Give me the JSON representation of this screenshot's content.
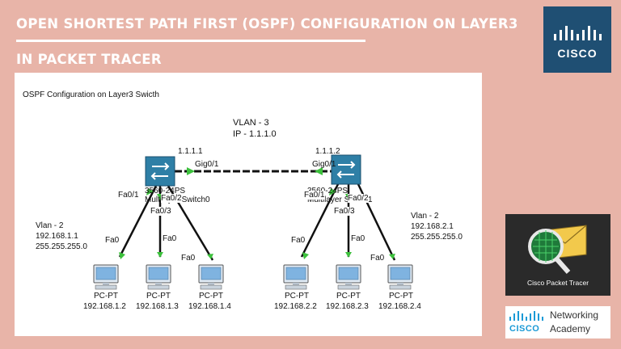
{
  "header": {
    "title_line1": "OPEN SHORTEST PATH FIRST (OSPF) CONFIGURATION ON LAYER3",
    "title_line2": "IN PACKET TRACER"
  },
  "logos": {
    "cisco_word": "CISCO",
    "packet_tracer_caption": "Cisco Packet Tracer",
    "na_cisco": "CISCO",
    "na_networking": "Networking",
    "na_academy": "Academy"
  },
  "diagram": {
    "heading": "OSPF Configuration on Layer3 Swicth",
    "vlan3_label": "VLAN - 3",
    "vlan3_ip": "IP - 1.1.1.0",
    "switch_left": {
      "ip": "1.1.1.1",
      "gig_port": "Gig0/1",
      "port_fa01": "Fa0/1",
      "port_fa02": "Fa0/2",
      "port_fa03": "Fa0/3",
      "name_partial": "3560-24PS",
      "name_sub_partial": "Multilayer Switch0"
    },
    "switch_right": {
      "ip": "1.1.1.2",
      "gig_port": "Gig0/1",
      "port_fa01": "Fa0/1",
      "port_fa02": "Fa0/2",
      "port_fa03": "Fa0/3",
      "name_partial": "3560-24PS",
      "name_sub_partial": "Multilayer Switch1"
    },
    "vlan2_left": {
      "label": "Vlan - 2",
      "ip": "192.168.1.1",
      "mask": "255.255.255.0"
    },
    "vlan2_right": {
      "label": "Vlan - 2",
      "ip": "192.168.2.1",
      "mask": "255.255.255.0"
    },
    "pc_port": "Fa0",
    "pcs": [
      {
        "type": "PC-PT",
        "ip": "192.168.1.2"
      },
      {
        "type": "PC-PT",
        "ip": "192.168.1.3"
      },
      {
        "type": "PC-PT",
        "ip": "192.168.1.4"
      },
      {
        "type": "PC-PT",
        "ip": "192.168.2.2"
      },
      {
        "type": "PC-PT",
        "ip": "192.168.2.3"
      },
      {
        "type": "PC-PT",
        "ip": "192.168.2.4"
      }
    ],
    "colors": {
      "link": "#111111",
      "link_up": "#3cc13c",
      "switch": "#2e7fa6"
    }
  }
}
